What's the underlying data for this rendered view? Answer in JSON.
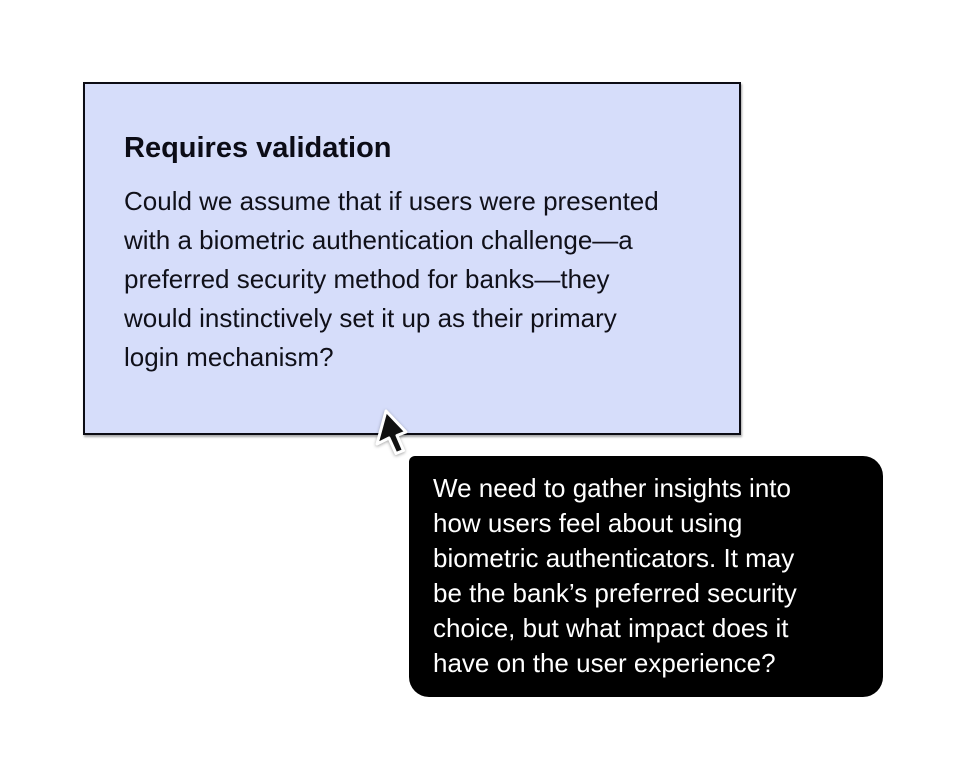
{
  "page": {
    "background": "#ffffff"
  },
  "note_card": {
    "title": "Requires validation",
    "body_lines": [
      "Could we assume that if users were presented",
      "with a biometric authentication challenge—a",
      "preferred security method for banks—they",
      "would instinctively set it up as their primary",
      "login mechanism?"
    ],
    "colors": {
      "bg": "#d6ddfa",
      "border": "#0c0c14",
      "title_text": "#0c0c16",
      "body_text": "#101019"
    }
  },
  "comment_tooltip": {
    "lines": [
      "We need to gather insights into",
      "how users feel about using",
      "biometric authenticators. It may",
      "be the bank’s preferred security",
      "choice, but what impact does it",
      "have on the user experience?"
    ],
    "colors": {
      "bg": "#000000",
      "text": "#ffffff"
    }
  },
  "cursor": {
    "icon": "arrow-pointer-icon"
  }
}
